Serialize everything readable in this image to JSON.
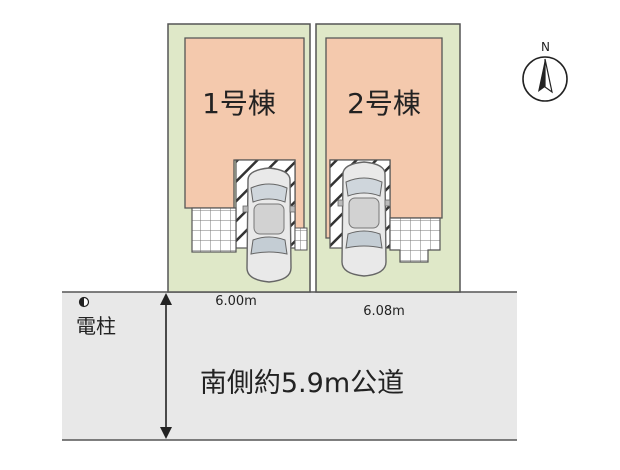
{
  "lots": [
    {
      "label": "1号棟",
      "frontage": "6.00m"
    },
    {
      "label": "2号棟",
      "frontage": "6.08m"
    }
  ],
  "utility_pole": {
    "label": "電柱"
  },
  "road": {
    "label": "南側約5.9m公道"
  },
  "compass": {
    "label": "N"
  },
  "icons": [
    "compass-icon",
    "car-icon",
    "utility-pole-icon"
  ],
  "colors": {
    "lot_green": "#dfe8c8",
    "building_salmon": "#f4c9ad",
    "road_gray": "#e8e8e8",
    "outline": "#555555"
  }
}
